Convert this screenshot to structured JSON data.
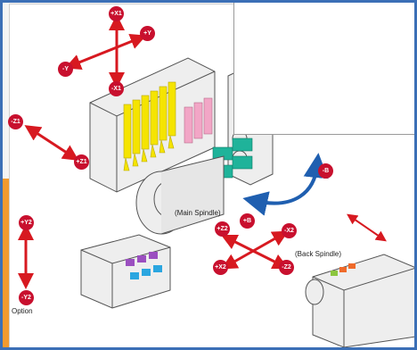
{
  "labels": {
    "main_spindle": "(Main Spindle)",
    "back_spindle": "(Back Spindle)",
    "option": "Option"
  },
  "badges": {
    "plus_x1": "+X1",
    "minus_x1": "-X1",
    "plus_y": "+Y",
    "minus_y": "-Y",
    "minus_z1": "-Z1",
    "plus_z1": "+Z1",
    "plus_y2": "+Y2",
    "minus_y2": "-Y2",
    "minus_b": "-B",
    "plus_b": "+B",
    "plus_z2": "+Z2",
    "minus_x2": "-X2",
    "plus_x2": "+X2",
    "minus_z2": "-Z2"
  },
  "colors": {
    "arrow_red": "#d71920",
    "arrow_blue": "#1f5fb0",
    "badge_red": "#c8102e",
    "tool_yellow": "#f5e400",
    "tool_pink": "#f2a6c6",
    "tool_teal": "#1fb39a",
    "tool_purple": "#9b4fc0",
    "tool_cyan": "#2ba6e0",
    "tool_orange": "#ef6a2a",
    "tool_green": "#8cc63f",
    "machine_fill": "#eeeeee",
    "machine_stroke": "#555555",
    "frame_blue": "#3b6fb6",
    "slide_orange": "#f29a2e"
  }
}
